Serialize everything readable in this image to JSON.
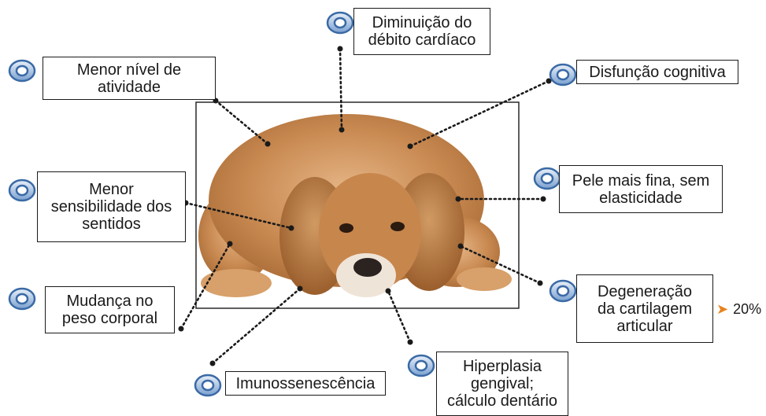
{
  "diagram": {
    "labels": {
      "cardiac": "Diminuição do\ndébito cardíaco",
      "activity": "Menor nível de\natividade",
      "cognitive": "Disfunção cognitiva",
      "senses": "Menor\nsensibilidade dos\nsentidos",
      "skin": "Pele mais fina, sem\nelasticidade",
      "weight": "Mudança no\npeso corporal",
      "cartilage": "Degeneração\nda cartilagem\narticular",
      "immuno": "Imunossenescência",
      "gingival": "Hiperplasia\ngengival;\ncálculo dentário"
    },
    "cartilage_percent": "20%",
    "colors": {
      "bullet": "#3a6aa6",
      "arrow": "#e8831e",
      "fur": "#c98a52"
    }
  }
}
